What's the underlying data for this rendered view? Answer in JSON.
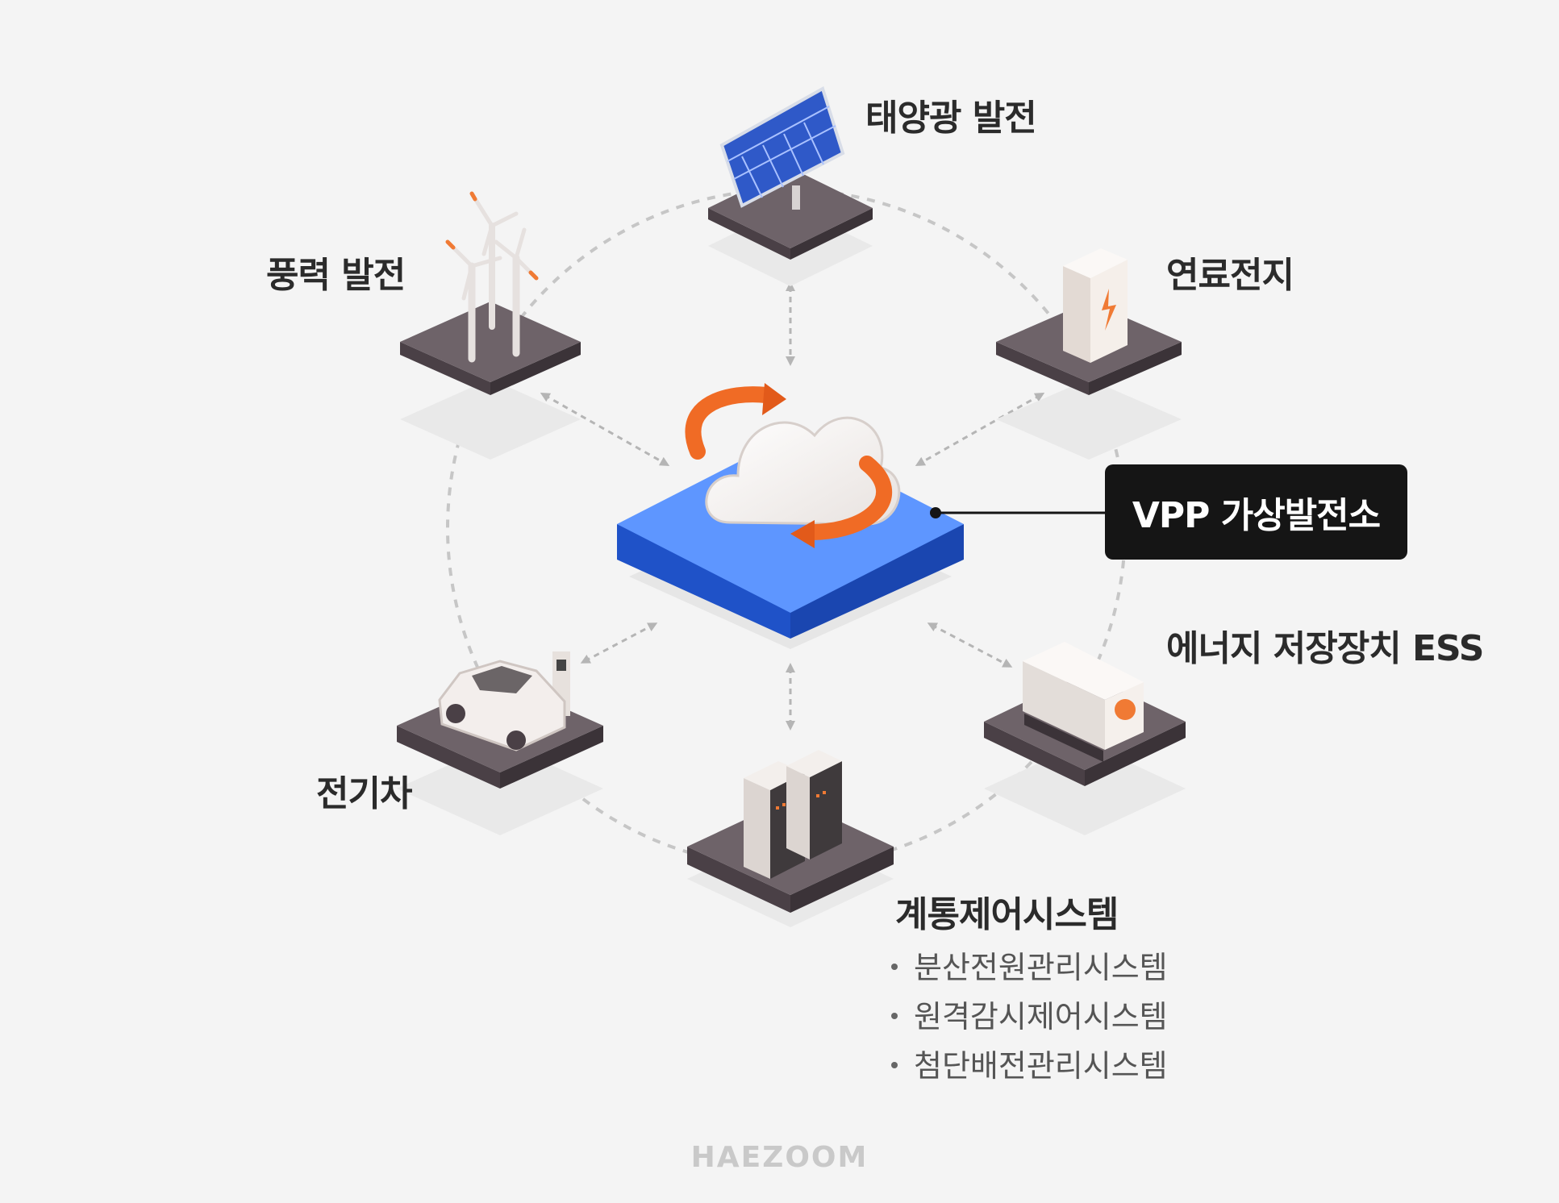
{
  "nodes": {
    "solar": "태양광 발전",
    "wind": "풍력 발전",
    "fuel_cell": "연료전지",
    "ess": "에너지 저장장치 ESS",
    "ev": "전기차",
    "grid_control": "계통제어시스템"
  },
  "center": {
    "label": "VPP 가상발전소"
  },
  "grid_control_items": [
    "분산전원관리시스템",
    "원격감시제어시스템",
    "첨단배전관리시스템"
  ],
  "watermark": "HAEZOOM",
  "colors": {
    "background": "#f4f4f4",
    "tile": "#6e6369",
    "center_tile": "#5e96ff",
    "arrow_accent": "#f06b25",
    "label_box": "#151515"
  }
}
